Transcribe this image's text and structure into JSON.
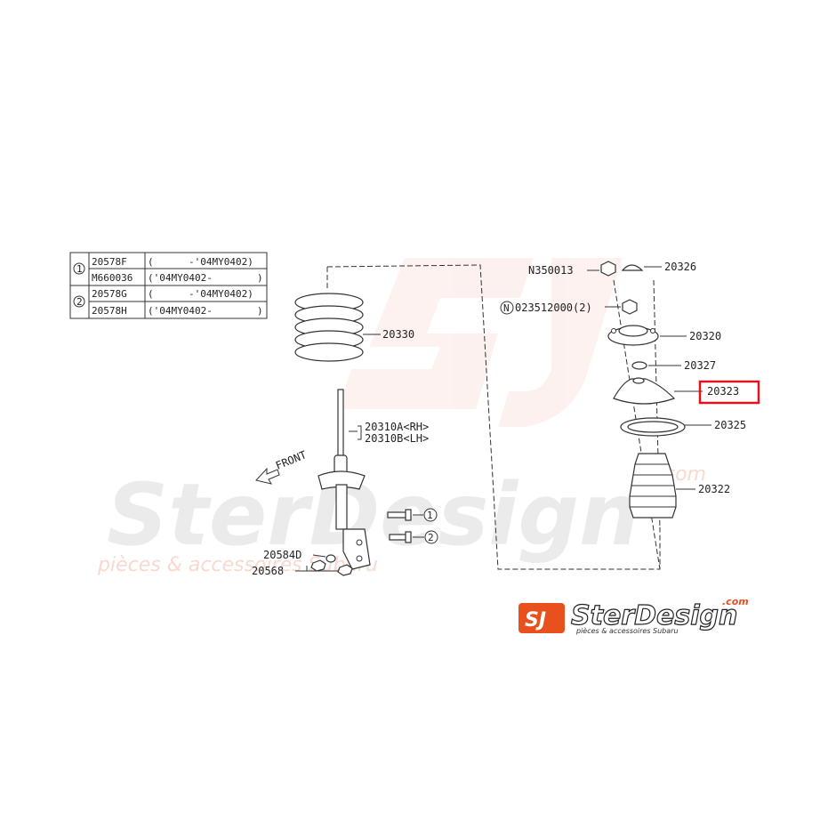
{
  "watermark": {
    "brand": "SterDesign",
    "dotcom": ".com",
    "tagline": "pièces & accessoires Subaru"
  },
  "legend": {
    "rows": [
      {
        "marker": "1",
        "part": "20578F",
        "range_open": "(",
        "range_code": "-'04MY0402)"
      },
      {
        "marker": "",
        "part": "M660036",
        "range_open": "('04MY0402-",
        "range_code": ")"
      },
      {
        "marker": "2",
        "part": "20578G",
        "range_open": "(",
        "range_code": "-'04MY0402)"
      },
      {
        "marker": "",
        "part": "20578H",
        "range_open": "('04MY0402-",
        "range_code": ")"
      }
    ]
  },
  "labels": {
    "spring": "20330",
    "strut_rh": "20310A<RH>",
    "strut_lh": "20310B<LH>",
    "front": "FRONT",
    "washer": "20584D",
    "nut": "20568",
    "bolt1": "1",
    "bolt2": "2",
    "top_nut": "N350013",
    "cap": "20326",
    "nut_sub": "023512000(2)",
    "nut_sub_marker": "N",
    "mount": "20320",
    "spacer": "20327",
    "seat": "20323",
    "rubber_seat": "20325",
    "boot": "20322"
  },
  "highlight": {
    "target": "20323",
    "color": "#e0141e"
  },
  "colors": {
    "accent": "#e8501e",
    "outline": "#333333"
  }
}
